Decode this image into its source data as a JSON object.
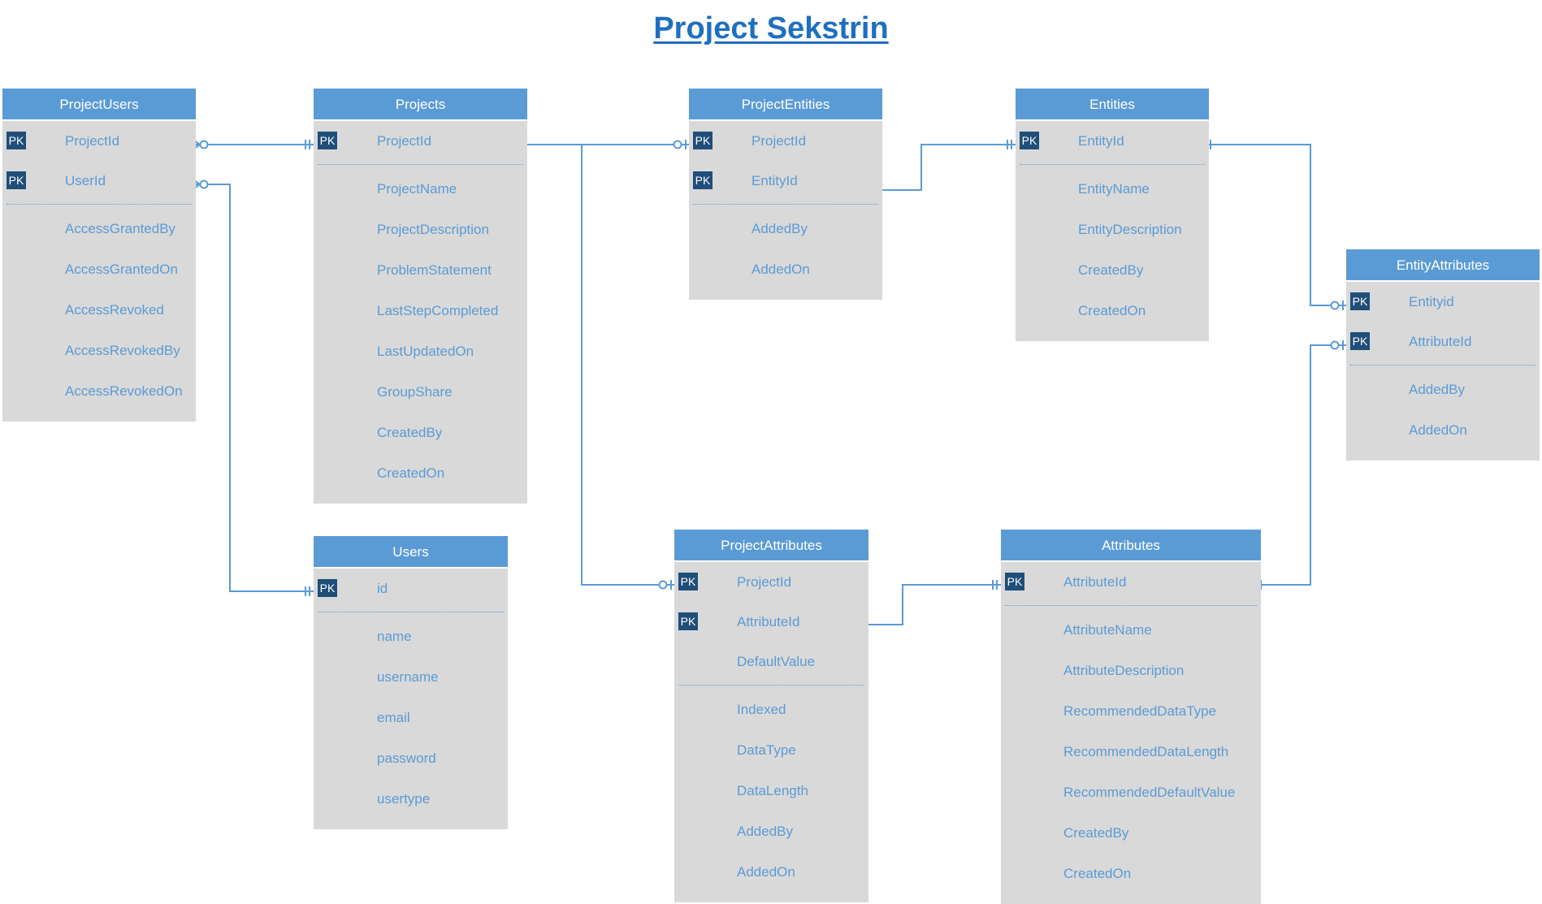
{
  "diagram": {
    "title": "Project Sekstrin"
  },
  "entities": {
    "project_users": {
      "name": "ProjectUsers",
      "keys": [
        {
          "badge": "PK",
          "field": "ProjectId"
        },
        {
          "badge": "PK",
          "field": "UserId"
        }
      ],
      "fields": [
        "AccessGrantedBy",
        "AccessGrantedOn",
        "AccessRevoked",
        "AccessRevokedBy",
        "AccessRevokedOn"
      ]
    },
    "projects": {
      "name": "Projects",
      "keys": [
        {
          "badge": "PK",
          "field": "ProjectId"
        }
      ],
      "fields": [
        "ProjectName",
        "ProjectDescription",
        "ProblemStatement",
        "LastStepCompleted",
        "LastUpdatedOn",
        "GroupShare",
        "CreatedBy",
        "CreatedOn"
      ]
    },
    "project_entities": {
      "name": "ProjectEntities",
      "keys": [
        {
          "badge": "PK",
          "field": "ProjectId"
        },
        {
          "badge": "PK",
          "field": "EntityId"
        }
      ],
      "fields": [
        "AddedBy",
        "AddedOn"
      ]
    },
    "entities": {
      "name": "Entities",
      "keys": [
        {
          "badge": "PK",
          "field": "EntityId"
        }
      ],
      "fields": [
        "EntityName",
        "EntityDescription",
        "CreatedBy",
        "CreatedOn"
      ]
    },
    "entity_attributes": {
      "name": "EntityAttributes",
      "keys": [
        {
          "badge": "PK",
          "field": "Entityid"
        },
        {
          "badge": "PK",
          "field": "AttributeId"
        }
      ],
      "fields": [
        "AddedBy",
        "AddedOn"
      ]
    },
    "users": {
      "name": "Users",
      "keys": [
        {
          "badge": "PK",
          "field": "id"
        }
      ],
      "fields": [
        "name",
        "username",
        "email",
        "password",
        "usertype"
      ]
    },
    "project_attributes": {
      "name": "ProjectAttributes",
      "keys": [
        {
          "badge": "PK",
          "field": "ProjectId"
        },
        {
          "badge": "PK",
          "field": "AttributeId"
        },
        {
          "badge": "",
          "field": "DefaultValue"
        }
      ],
      "fields": [
        "Indexed",
        "DataType",
        "DataLength",
        "AddedBy",
        "AddedOn"
      ]
    },
    "attributes": {
      "name": "Attributes",
      "keys": [
        {
          "badge": "PK",
          "field": "AttributeId"
        }
      ],
      "fields": [
        "AttributeName",
        "AttributeDescription",
        "RecommendedDataType",
        "RecommendedDataLength",
        "RecommendedDefaultValue",
        "CreatedBy",
        "CreatedOn"
      ]
    }
  },
  "relationships": [
    {
      "from": "projects.ProjectId",
      "from_end": "one-mandatory",
      "to": "project_users.ProjectId",
      "to_end": "zero-or-many"
    },
    {
      "from": "users.id",
      "from_end": "one-mandatory",
      "to": "project_users.UserId",
      "to_end": "zero-or-many"
    },
    {
      "from": "projects.ProjectId",
      "from_end": "one-mandatory",
      "to": "project_entities.ProjectId",
      "to_end": "zero-or-one"
    },
    {
      "from": "entities.EntityId",
      "from_end": "one-mandatory",
      "to": "project_entities.EntityId",
      "to_end": "zero-or-many"
    },
    {
      "from": "projects.ProjectId",
      "from_end": "one-mandatory",
      "to": "project_attributes.ProjectId",
      "to_end": "zero-or-one"
    },
    {
      "from": "attributes.AttributeId",
      "from_end": "one-mandatory",
      "to": "project_attributes.AttributeId",
      "to_end": "zero-or-many"
    },
    {
      "from": "entities.EntityId",
      "from_end": "one-mandatory",
      "to": "entity_attributes.Entityid",
      "to_end": "zero-or-one"
    },
    {
      "from": "attributes.AttributeId",
      "from_end": "one-mandatory",
      "to": "entity_attributes.AttributeId",
      "to_end": "zero-or-one"
    }
  ],
  "colors": {
    "header": "#5b9bd5",
    "body": "#d9d9d9",
    "field_text": "#5b9bd5",
    "pk_badge": "#1f4e79",
    "title": "#1f6fc0",
    "connector": "#5b9bd5"
  }
}
